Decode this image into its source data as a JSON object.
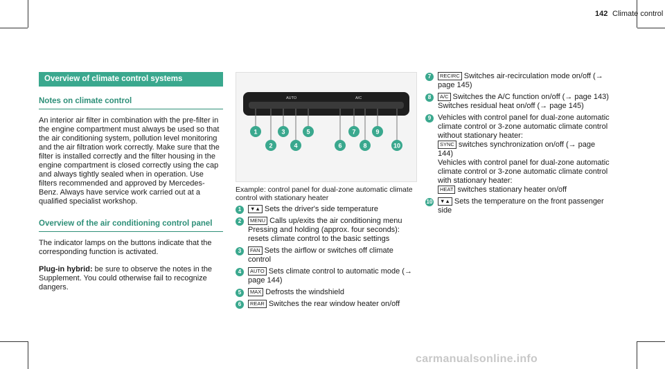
{
  "header": {
    "page_number": "142",
    "section": "Climate control"
  },
  "left_column": {
    "section_title": "Overview of climate control systems",
    "notes_heading": "Notes on climate control",
    "notes_paragraph": "An interior air filter in combination with the pre-filter in the engine compartment must always be used so that the air conditioning system, pollution level monitoring and the air filtration work correctly. Make sure that the filter is installed correctly and the filter housing in the engine compartment is closed correctly using the cap and always tightly sealed when in operation. Use filters recommended and approved by Mercedes-Benz. Always have service work carried out at a qualified specialist workshop.",
    "overview_heading": "Overview of the air conditioning control panel",
    "overview_paragraph": "The indicator lamps on the buttons indicate that the corresponding function is activated.",
    "plugin_label": "Plug-in hybrid:",
    "plugin_text": " be sure to observe the notes in the Supplement. You could otherwise fail to recognize dangers."
  },
  "figure": {
    "panel_labels": [
      "",
      "",
      "AUTO",
      "",
      "",
      "",
      "A/C",
      "",
      ""
    ],
    "callouts": [
      "1",
      "2",
      "3",
      "4",
      "5",
      "6",
      "7",
      "8",
      "9",
      "10"
    ]
  },
  "caption": "Example: control panel for dual-zone automatic climate control with stationary heater",
  "items": [
    {
      "n": "1",
      "icon": "▼▲",
      "text": "Sets the driver's side temperature"
    },
    {
      "n": "2",
      "icon": "MENU",
      "text": "Calls up/exits the air conditioning menu",
      "extra": "Pressing and holding (approx. four seconds): resets climate control to the basic settings"
    },
    {
      "n": "3",
      "icon": "FAN",
      "text": "Sets the airflow or switches off climate control"
    },
    {
      "n": "4",
      "icon": "AUTO",
      "text": "Sets climate control to automatic mode (→ page 144)"
    },
    {
      "n": "5",
      "icon": "MAX",
      "text": "Defrosts the windshield"
    },
    {
      "n": "6",
      "icon": "REAR",
      "text": "Switches the rear window heater on/off"
    },
    {
      "n": "7",
      "icon": "RECIRC",
      "text": "Switches air-recirculation mode on/off (→ page 145)"
    },
    {
      "n": "8",
      "icon": "A/C",
      "text": "Switches the A/C function on/off (→ page 143)",
      "extra": "Switches residual heat on/off (→ page 145)"
    },
    {
      "n": "9",
      "icon": "",
      "text": "Vehicles with control panel for dual-zone automatic climate control or 3-zone automatic climate control without stationary heater:",
      "sync": "SYNC",
      "sync_text": "switches synchronization on/off (→ page 144)",
      "extra_label": "Vehicles with control panel for dual-zone automatic climate control or 3-zone automatic climate control with stationary heater:",
      "heat_icon": "HEAT",
      "heat_text": "switches stationary heater on/off"
    },
    {
      "n": "10",
      "icon": "▼▲",
      "text": "Sets the temperature on the front passenger side"
    }
  ],
  "watermark": "carmanualsonline.info"
}
